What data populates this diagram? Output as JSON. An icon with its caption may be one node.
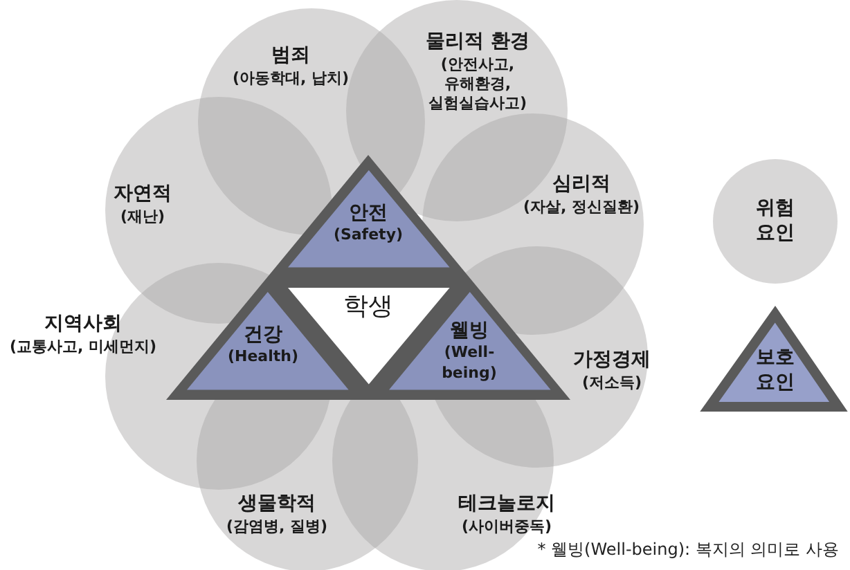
{
  "diagram": {
    "nodes": [
      {
        "text": [
          "범죄",
          "(아동학대, 납치)"
        ]
      },
      {
        "text": [
          "물리적 환경",
          "(안전사고, 유해환경, 실험실습사고)"
        ]
      },
      {
        "text": [
          "자연적",
          "(재난)"
        ]
      },
      {
        "text": [
          "안전",
          "(Safety)"
        ]
      },
      {
        "text": [
          "심리적",
          "(자살, 정신질환)"
        ]
      },
      {
        "text": [
          "위험 요인"
        ]
      },
      {
        "text": [
          "학생"
        ]
      },
      {
        "text": [
          "지역사회",
          "(교통사고, 미세먼지)"
        ]
      },
      {
        "text": [
          "건강",
          "(Health)"
        ]
      },
      {
        "text": [
          "웰빙",
          "(Well-being)"
        ]
      },
      {
        "text": [
          "가정경제",
          "(저소득)"
        ]
      },
      {
        "text": [
          "보호 요인"
        ]
      },
      {
        "text": [
          "생물학적",
          "(감염병, 질병)"
        ]
      },
      {
        "text": [
          "테크놀로지",
          "(사이버중독)"
        ]
      }
    ],
    "labels": [
      "* 웰빙(Well-being): 복지의 의미로 사용"
    ]
  }
}
